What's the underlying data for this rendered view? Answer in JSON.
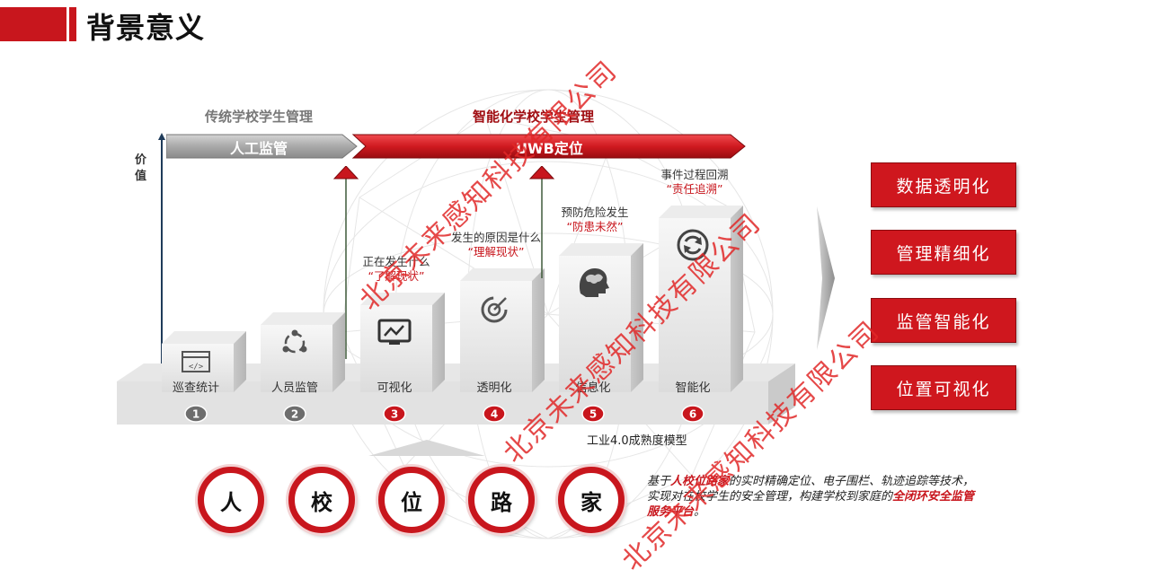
{
  "header": {
    "title": "背景意义"
  },
  "top": {
    "traditional_label": "传统学校学生管理",
    "smart_label": "智能化学校学生管理",
    "manual_arrow": "人工监管",
    "uwb_arrow": "UWB定位"
  },
  "axis": {
    "ylabel": "价值"
  },
  "steps": [
    {
      "label": "巡查统计",
      "num": "1",
      "icon": "code-window-icon",
      "ann": "",
      "quote": ""
    },
    {
      "label": "人员监管",
      "num": "2",
      "icon": "people-network-icon",
      "ann": "",
      "quote": ""
    },
    {
      "label": "可视化",
      "num": "3",
      "icon": "monitor-chart-icon",
      "ann": "正在发生什么",
      "quote": "“了解现状”"
    },
    {
      "label": "透明化",
      "num": "4",
      "icon": "target-icon",
      "ann": "发生的原因是什么",
      "quote": "“理解现状”"
    },
    {
      "label": "信息化",
      "num": "5",
      "icon": "brain-head-icon",
      "ann": "预防危险发生",
      "quote": "“防患未然”"
    },
    {
      "label": "智能化",
      "num": "6",
      "icon": "refresh-cycle-icon",
      "ann": "事件过程回溯",
      "quote": "“责任追溯”"
    }
  ],
  "model_label": "工业4.0成熟度模型",
  "right_boxes": [
    "数据透明化",
    "管理精细化",
    "监管智能化",
    "位置可视化"
  ],
  "circles": [
    "人",
    "校",
    "位",
    "路",
    "家"
  ],
  "description": {
    "p1": "基于",
    "hl1": "人校位路家",
    "p2": "的实时精确定位、电子围栏、轨迹追踪等技术，实现对在校学生的安全管理，构建学校到家庭的",
    "hl2": "全闭环安全监管服务平台",
    "p3": "。"
  },
  "watermark": "北京未来感知科技有限公司",
  "colors": {
    "accent": "#c8161d",
    "grey": "#9a9a9a"
  }
}
